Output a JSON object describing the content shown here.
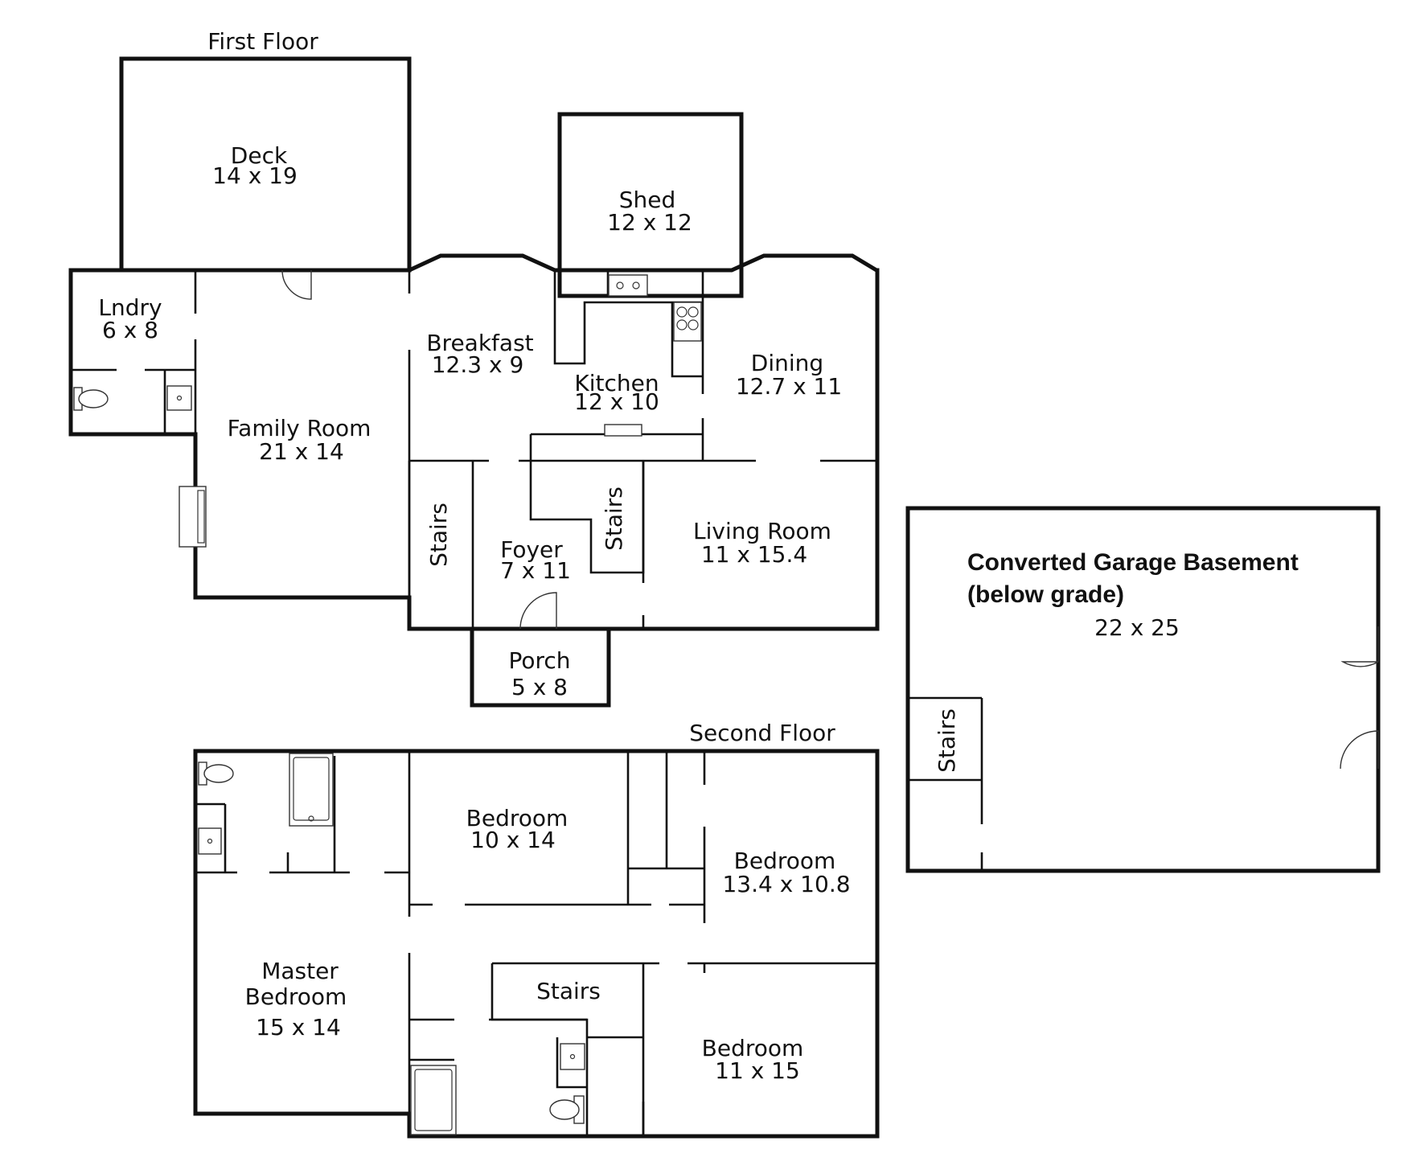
{
  "floors": {
    "first": "First Floor",
    "second": "Second Floor"
  },
  "rooms": {
    "deck": {
      "name": "Deck",
      "dim": "14 x 19"
    },
    "shed": {
      "name": "Shed",
      "dim": "12 x 12"
    },
    "laundry": {
      "name": "Lndry",
      "dim": "6 x 8"
    },
    "breakfast": {
      "name": "Breakfast",
      "dim": "12.3 x 9"
    },
    "kitchen": {
      "name": "Kitchen",
      "dim": "12 x 10"
    },
    "dining": {
      "name": "Dining",
      "dim": "12.7 x 11"
    },
    "family": {
      "name": "Family Room",
      "dim": "21 x 14"
    },
    "foyer": {
      "name": "Foyer",
      "dim": "7 x 11"
    },
    "living": {
      "name": "Living Room",
      "dim": "11 x 15.4"
    },
    "porch": {
      "name": "Porch",
      "dim": "5 x 8"
    },
    "garage": {
      "line1": "Converted Garage Basement",
      "line2": "(below grade)",
      "dim": "22 x 25"
    },
    "bedroom_a": {
      "name": "Bedroom",
      "dim": "10 x 14"
    },
    "bedroom_b": {
      "name": "Bedroom",
      "dim": "13.4 x 10.8"
    },
    "master": {
      "line1": "Master",
      "line2": "Bedroom",
      "dim": "15 x 14"
    },
    "bedroom_c": {
      "name": "Bedroom",
      "dim": "11 x 15"
    }
  },
  "stairs_label": "Stairs"
}
